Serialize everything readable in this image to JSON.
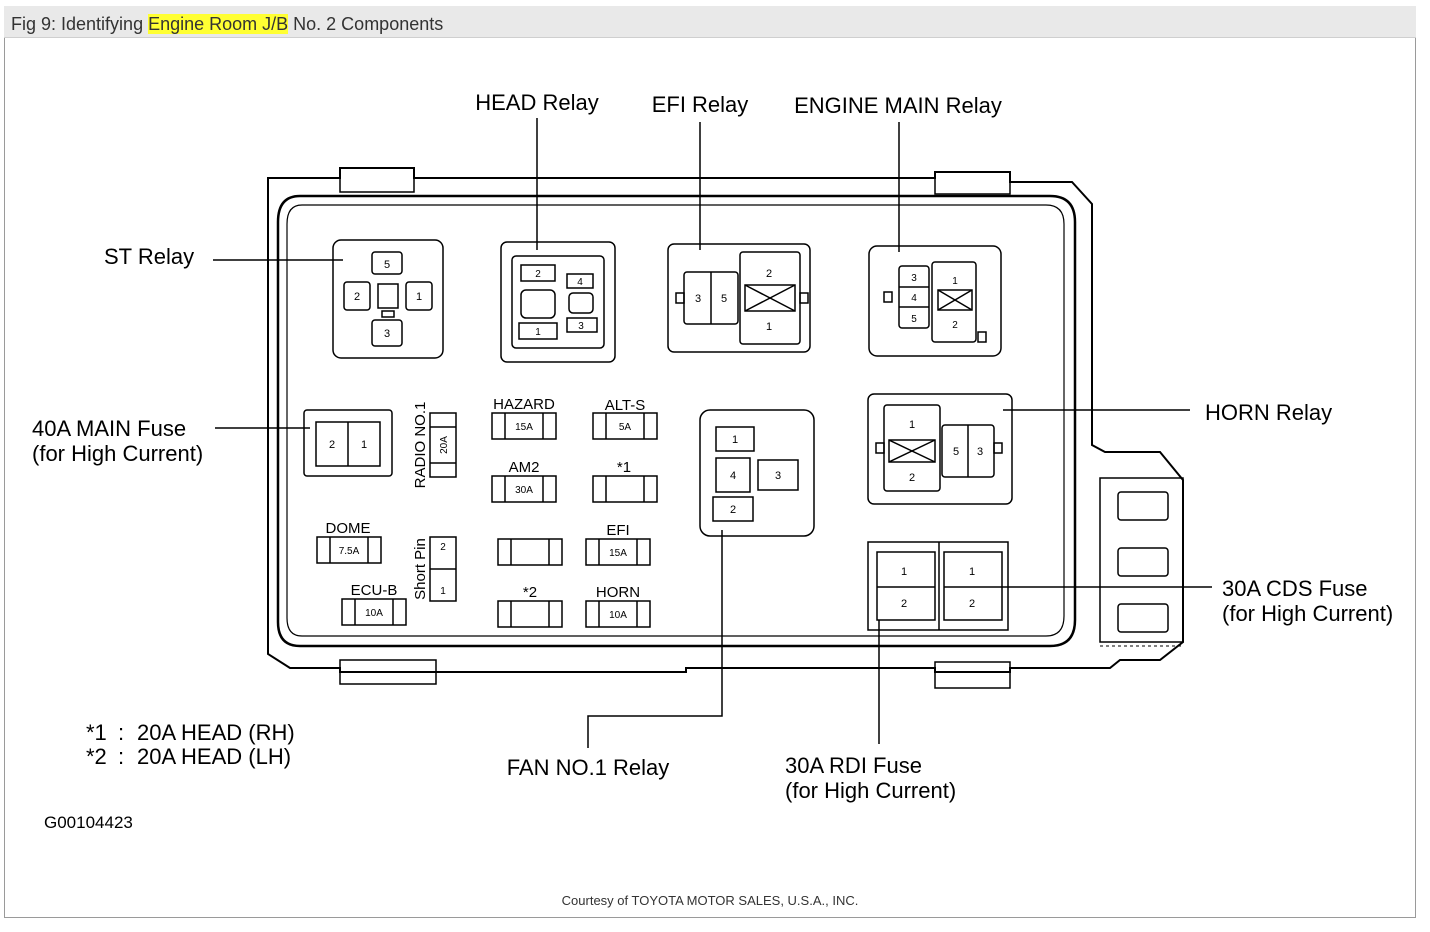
{
  "title": {
    "prefix": "Fig 9: Identifying ",
    "highlight": "Engine Room J/B",
    "suffix": " No. 2 Components"
  },
  "colors": {
    "highlight": "#ffff33",
    "line": "#000000",
    "titlebar": "#e9e9e9"
  },
  "callouts": {
    "head_relay": "HEAD Relay",
    "efi_relay": "EFI Relay",
    "engine_main_relay": "ENGINE MAIN Relay",
    "st_relay": "ST Relay",
    "main_fuse": "40A MAIN Fuse",
    "main_fuse_note": "(for High Current)",
    "horn_relay": "HORN Relay",
    "cds_fuse": "30A CDS Fuse",
    "cds_fuse_note": "(for High Current)",
    "fan_relay": "FAN NO.1 Relay",
    "rdi_fuse": "30A RDI Fuse",
    "rdi_fuse_note": "(for High Current)"
  },
  "fuse_labels": {
    "hazard": "HAZARD",
    "hazard_rating": "15A",
    "alt_s": "ALT-S",
    "alt_s_rating": "5A",
    "am2": "AM2",
    "am2_rating": "30A",
    "star1": "*1",
    "dome": "DOME",
    "dome_rating": "7.5A",
    "efi": "EFI",
    "efi_rating": "15A",
    "ecu_b": "ECU-B",
    "ecu_b_rating": "10A",
    "star2": "*2",
    "horn": "HORN",
    "horn_rating": "10A",
    "radio": "RADIO NO.1",
    "radio_rating": "20A",
    "short_pin": "Short Pin"
  },
  "pins": {
    "p1": "1",
    "p2": "2",
    "p3": "3",
    "p4": "4",
    "p5": "5"
  },
  "legend": {
    "l1_key": "*1",
    "l1_sep": ":",
    "l1_value": "20A HEAD (RH)",
    "l2_key": "*2",
    "l2_sep": ":",
    "l2_value": "20A HEAD (LH)"
  },
  "figure_id": "G00104423",
  "credit": "Courtesy of TOYOTA MOTOR SALES, U.S.A., INC."
}
